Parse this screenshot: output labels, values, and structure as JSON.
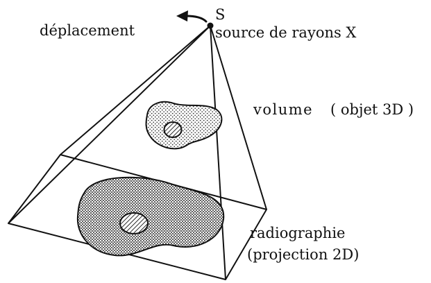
{
  "labels": {
    "source_letter": "S",
    "source": "source de rayons X",
    "motion": "déplacement",
    "volume": "volume",
    "volume_note": "( objet 3D )",
    "radiograph": "radiographie",
    "radiograph_note": "(projection 2D)"
  },
  "colors": {
    "ink": "#111111",
    "blob_fill": "#ffffff",
    "dot": "#333333"
  },
  "icons": {
    "motion_arrow": "curved-arrow-left-icon",
    "source_point": "filled-dot-icon"
  }
}
